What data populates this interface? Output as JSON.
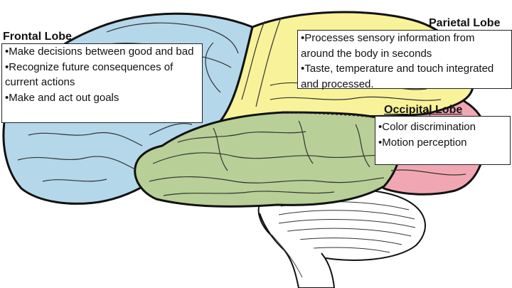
{
  "lobes": {
    "frontal": {
      "title": "Frontal Lobe",
      "facts": [
        "Make decisions between good and bad",
        "Recognize future consequences of current actions",
        "Make and act out goals"
      ],
      "color": "#b4d7ea"
    },
    "parietal": {
      "title": "Parietal Lobe",
      "facts": [
        "Processes sensory information from around the body in seconds",
        "Taste, temperature and touch integrated and processed."
      ],
      "color": "#f8f29a"
    },
    "occipital": {
      "title": "Occipital Lobe",
      "facts": [
        "Color discrimination",
        "Motion perception"
      ],
      "color": "#f1a7b3"
    },
    "temporal": {
      "color": "#b8cf98"
    },
    "cerebellum": {
      "color": "#ffffff"
    }
  }
}
